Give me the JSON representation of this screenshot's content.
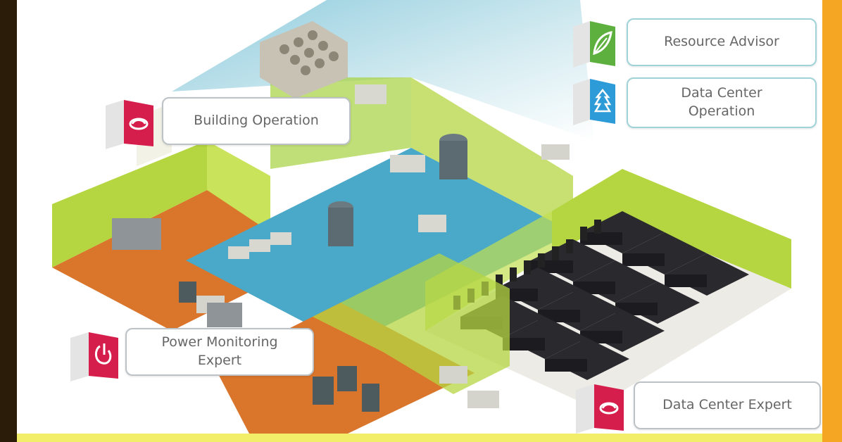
{
  "labels": {
    "resource_advisor": "Resource Advisor",
    "data_center_operation_line1": "Data Center",
    "data_center_operation_line2": "Operation",
    "building_operation": "Building Operation",
    "power_monitoring_line1": "Power Monitoring",
    "power_monitoring_line2": "Expert",
    "data_center_expert": "Data Center Expert"
  },
  "icons": {
    "resource_advisor": "leaf-icon",
    "data_center_operation": "tree-icon",
    "building_operation": "swirl-icon",
    "power_monitoring": "power-icon",
    "data_center_expert": "swirl-icon"
  },
  "colors": {
    "left_frame": "#2b1c09",
    "right_frame": "#f5a623",
    "bottom_strip": "#f2ee6a",
    "wall_green": "#b5d641",
    "floor_blue": "#4aa8c8",
    "floor_orange": "#d9762c",
    "cube_red": "#d51e4b",
    "cube_green": "#5db03e",
    "cube_blue": "#2d9bd8",
    "label_border": "#9fd3d8"
  }
}
